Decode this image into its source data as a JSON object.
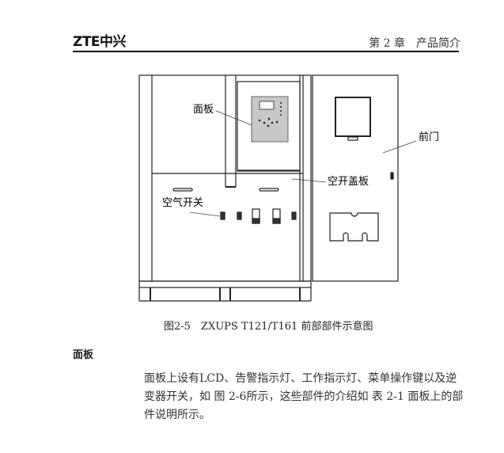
{
  "header": {
    "logo": "ZTE中兴",
    "chapter": "第 2 章　产品简介"
  },
  "figure": {
    "labels": {
      "panel": "面板",
      "breaker_cover": "空开盖板",
      "air_switch": "空气开关",
      "front_door": "前门"
    },
    "caption": "图2-5　ZXUPS T121/T161 前部部件示意图"
  },
  "section": {
    "heading": "面板",
    "paragraph_lines": [
      "面板上设有LCD、告警指示灯、工作指示灯、菜单操作键以及逆",
      "变器开关，如 图 2-6所示，这些部件的介绍如 表 2-1 面板上的部",
      "件说明所示。"
    ]
  }
}
